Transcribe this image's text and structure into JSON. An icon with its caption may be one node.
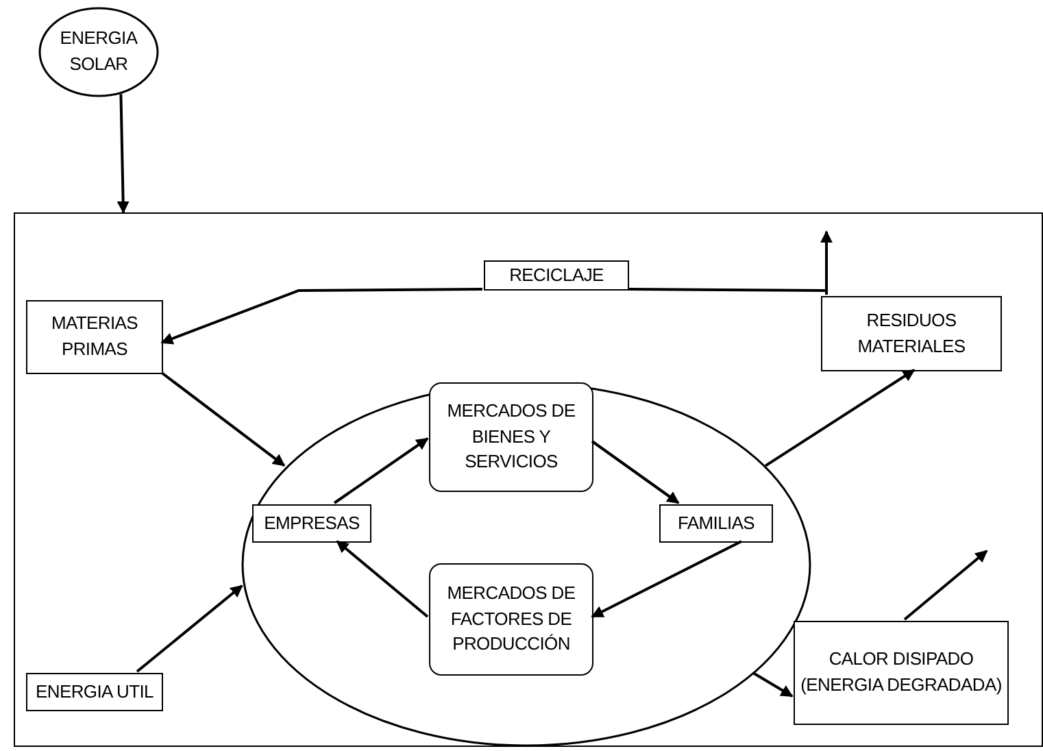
{
  "diagram": {
    "nodes": [
      {
        "text": [
          "ENERGIA SOLAR"
        ]
      },
      {
        "text": [],
        "shape": "box"
      },
      {
        "text": [
          "RECICLAJE"
        ],
        "in": 1
      },
      {
        "text": [
          "MATERIAS PRIMAS"
        ],
        "in": 1
      },
      {
        "text": [
          "RESIDUOS MATERIALES"
        ],
        "in": 1
      },
      {
        "text": [],
        "shape": "circle",
        "in": 1
      },
      {
        "text": [
          "MERCADOS DE BIENES Y SERVICIOS"
        ],
        "in": 5
      },
      {
        "text": [
          "EMPRESAS"
        ],
        "in": 5
      },
      {
        "text": [
          "FAMILIAS"
        ],
        "in": 5
      },
      {
        "text": [
          "MERCADOS DE FACTORES DE PRODUCCIÓN"
        ],
        "in": 5
      },
      {
        "text": [
          "ENERGIA UTIL"
        ],
        "in": 1
      },
      {
        "text": [
          "CALOR DISIPADO (ENERGIA DEGRADADA)"
        ],
        "in": 1
      }
    ],
    "edges": [
      {
        "from": 0,
        "to": 1,
        "arrow": "to"
      },
      {
        "from": 4,
        "to": 2,
        "arrow": "none"
      },
      {
        "from": 2,
        "to": 3,
        "arrow": "to"
      },
      {
        "from": 4,
        "to": null,
        "arrow": "to"
      },
      {
        "from": 3,
        "to": 5,
        "arrow": "to"
      },
      {
        "from": 10,
        "to": 5,
        "arrow": "to"
      },
      {
        "from": 7,
        "to": 6,
        "arrow": "to"
      },
      {
        "from": 6,
        "to": 8,
        "arrow": "to"
      },
      {
        "from": 8,
        "to": 9,
        "arrow": "to"
      },
      {
        "from": 9,
        "to": 7,
        "arrow": "to"
      },
      {
        "from": 5,
        "to": 4,
        "arrow": "to"
      },
      {
        "from": 5,
        "to": 11,
        "arrow": "to"
      },
      {
        "from": 11,
        "to": null,
        "arrow": "to"
      }
    ]
  }
}
